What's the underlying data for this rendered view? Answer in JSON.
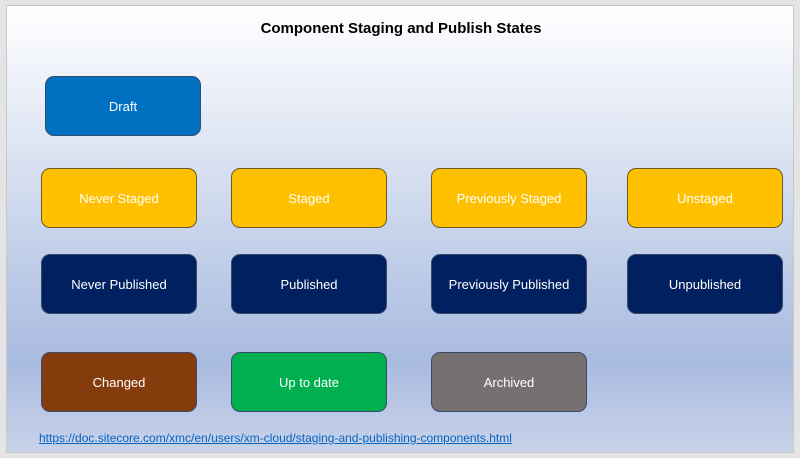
{
  "title": "Component Staging and Publish States",
  "draft": "Draft",
  "staging_row": [
    "Never Staged",
    "Staged",
    "Previously Staged",
    "Unstaged"
  ],
  "publish_row": [
    "Never Published",
    "Published",
    "Previously Published",
    "Unpublished"
  ],
  "other_row": [
    "Changed",
    "Up to date",
    "Archived"
  ],
  "link": "https://doc.sitecore.com/xmc/en/users/xm-cloud/staging-and-publishing-components.html",
  "colors": {
    "draft": "#0070c0",
    "staging": "#ffc000",
    "publishing": "#002060",
    "changed": "#843c0c",
    "up_to_date": "#00b050",
    "archived": "#767171"
  }
}
